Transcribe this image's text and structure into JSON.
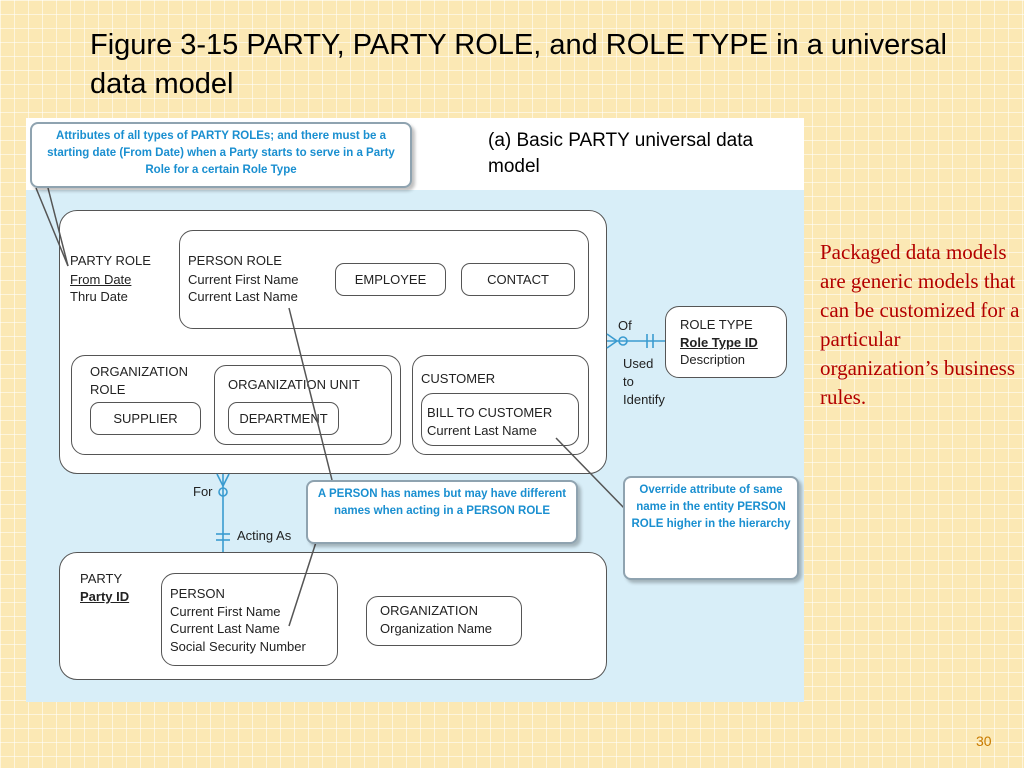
{
  "title": "Figure 3-15 PARTY, PARTY ROLE, and ROLE TYPE in a universal data model",
  "subtitle": "(a) Basic PARTY universal data model",
  "callouts": {
    "top": "Attributes of all types of PARTY ROLEs; and there must be a starting date (From Date) when a Party starts to serve in a Party Role for a certain Role Type",
    "middle": "A PERSON has names but may have different names when acting in a PERSON ROLE",
    "right": "Override attribute of same name in the entity PERSON ROLE higher in the hierarchy"
  },
  "diagram": {
    "party_role": {
      "name": "PARTY ROLE",
      "key": "From Date",
      "attr": "Thru Date"
    },
    "person_role": {
      "name": "PERSON ROLE",
      "attr1": "Current First Name",
      "attr2": "Current Last Name"
    },
    "employee": "EMPLOYEE",
    "contact": "CONTACT",
    "organization_role": {
      "line1": "ORGANIZATION",
      "line2": "ROLE"
    },
    "supplier": "SUPPLIER",
    "organization_unit": "ORGANIZATION UNIT",
    "department": "DEPARTMENT",
    "customer": "CUSTOMER",
    "bill_to_customer": {
      "name": "BILL TO CUSTOMER",
      "attr": "Current Last Name"
    },
    "role_type": {
      "name": "ROLE TYPE",
      "key": "Role Type ID",
      "attr": "Description"
    },
    "party": {
      "name": "PARTY",
      "key": "Party ID"
    },
    "person": {
      "name": "PERSON",
      "attr1": "Current First Name",
      "attr2": "Current Last Name",
      "attr3": "Social Security Number"
    },
    "organization": {
      "name": "ORGANIZATION",
      "attr": "Organization Name"
    },
    "relationships": {
      "of": "Of",
      "used": "Used",
      "to": "to",
      "identify": "Identify",
      "for": "For",
      "acting_as": "Acting As"
    }
  },
  "side_text": "Packaged data models are generic models that can be customized for a particular organization’s business rules.",
  "page_number": "30"
}
